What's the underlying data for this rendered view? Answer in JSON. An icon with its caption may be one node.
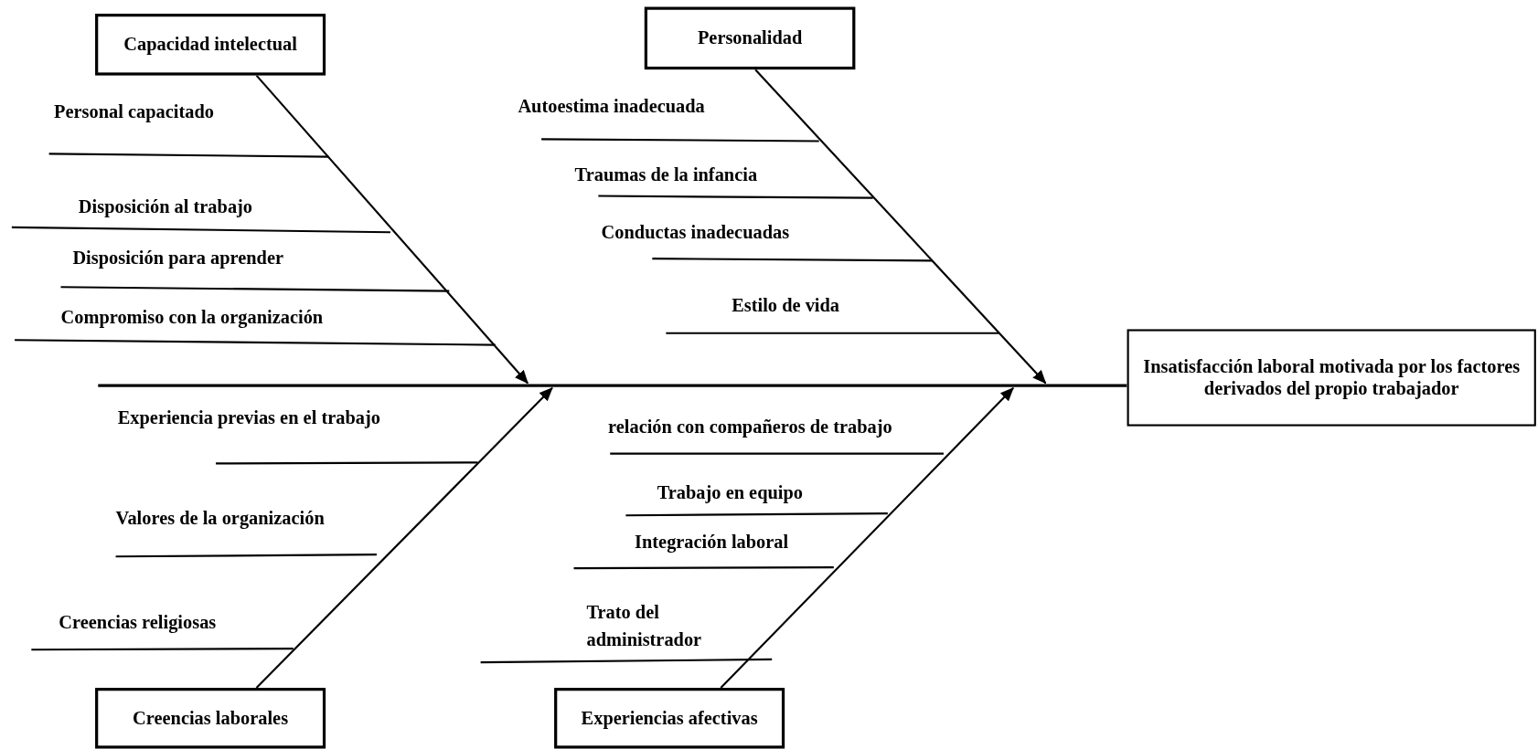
{
  "diagram": {
    "nodes": [
      {
        "text": [
          "Capacidad intelectual"
        ]
      },
      {
        "text": [
          "Personalidad"
        ]
      },
      {
        "text": [],
        "shape": "bar"
      },
      {
        "text": [
          "Insatisfacción laboral motivada por los factores derivados del propio trabajador"
        ]
      },
      {
        "text": [
          "Creencias laborales"
        ]
      },
      {
        "text": [
          "Experiencias afectivas"
        ]
      }
    ],
    "edges": [
      {
        "from": 0,
        "to": 2,
        "arrow": "to"
      },
      {
        "from": 1,
        "to": 2,
        "arrow": "to"
      },
      {
        "from": 4,
        "to": 2,
        "arrow": "to"
      },
      {
        "from": 5,
        "to": 2,
        "arrow": "to"
      },
      {
        "from": 2,
        "to": 3,
        "arrow": "none"
      }
    ],
    "labels": [
      "Personal capacitado",
      "Disposición al trabajo",
      "Disposición para aprender",
      "Compromiso con la organización",
      "Autoestima inadecuada",
      "Traumas de la infancia",
      "Conductas inadecuadas",
      "Estilo de vida",
      "Experiencia previas en el trabajo",
      "Valores de la organización",
      "Creencias religiosas",
      "relación con compañeros de trabajo",
      "Trabajo en equipo",
      "Integración laboral",
      "Trato del administrador"
    ]
  }
}
